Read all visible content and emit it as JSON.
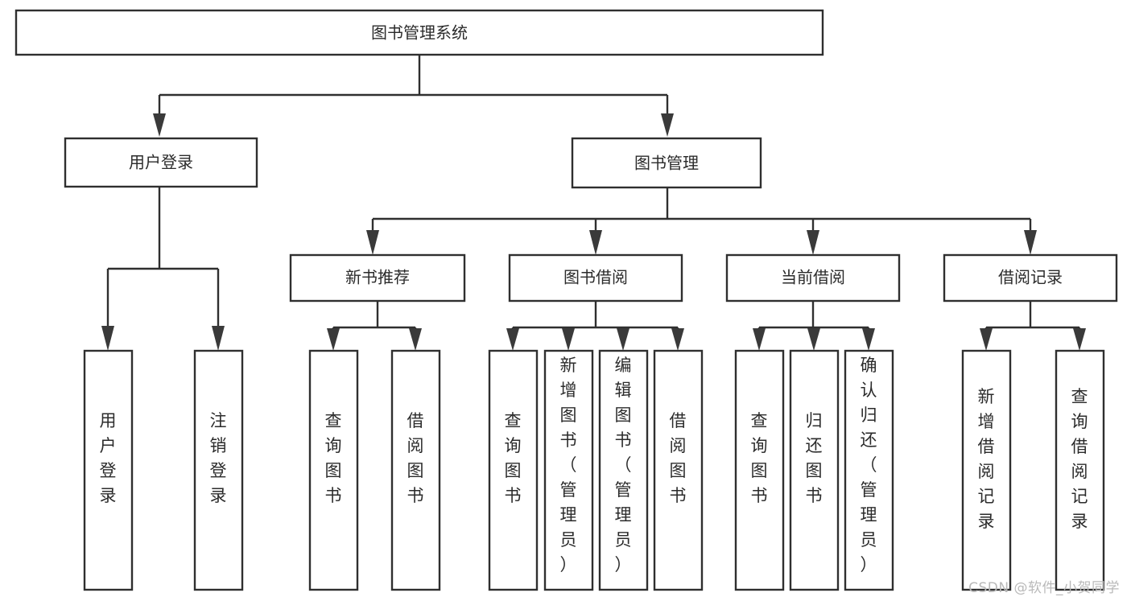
{
  "diagram": {
    "title": "图书管理系统",
    "type": "hierarchy-tree",
    "watermark": "CSDN @软件_小贺同学",
    "colors": {
      "box_stroke": "#2f2f2f",
      "box_fill": "#ffffff",
      "text": "#2b2b2b",
      "arrow": "#3a3a3a",
      "watermark": "#b9b9b9",
      "background": "#ffffff"
    },
    "levels": {
      "root": {
        "label": "图书管理系统"
      },
      "level2": [
        {
          "id": "user-login",
          "label": "用户登录"
        },
        {
          "id": "book-management",
          "label": "图书管理"
        }
      ],
      "level3": [
        {
          "id": "new-book-recommend",
          "label": "新书推荐",
          "parent": "book-management"
        },
        {
          "id": "book-borrow",
          "label": "图书借阅",
          "parent": "book-management"
        },
        {
          "id": "current-borrow",
          "label": "当前借阅",
          "parent": "book-management"
        },
        {
          "id": "borrow-record",
          "label": "借阅记录",
          "parent": "book-management"
        }
      ],
      "leaves": {
        "user-login": [
          {
            "id": "leaf-user-login",
            "label": "用户登录"
          },
          {
            "id": "leaf-logout-login",
            "label": "注销登录"
          }
        ],
        "new-book-recommend": [
          {
            "id": "leaf-query-book-1",
            "label": "查询图书"
          },
          {
            "id": "leaf-borrow-book-1",
            "label": "借阅图书"
          }
        ],
        "book-borrow": [
          {
            "id": "leaf-query-book-2",
            "label": "查询图书"
          },
          {
            "id": "leaf-add-book",
            "label": "新增图书（管理员）"
          },
          {
            "id": "leaf-edit-book",
            "label": "编辑图书（管理员）"
          },
          {
            "id": "leaf-borrow-book-2",
            "label": "借阅图书"
          }
        ],
        "current-borrow": [
          {
            "id": "leaf-query-book-3",
            "label": "查询图书"
          },
          {
            "id": "leaf-return-book",
            "label": "归还图书"
          },
          {
            "id": "leaf-confirm-return",
            "label": "确认归还（管理员）"
          }
        ],
        "borrow-record": [
          {
            "id": "leaf-add-record",
            "label": "新增借阅记录"
          },
          {
            "id": "leaf-query-record",
            "label": "查询借阅记录"
          }
        ]
      }
    }
  }
}
